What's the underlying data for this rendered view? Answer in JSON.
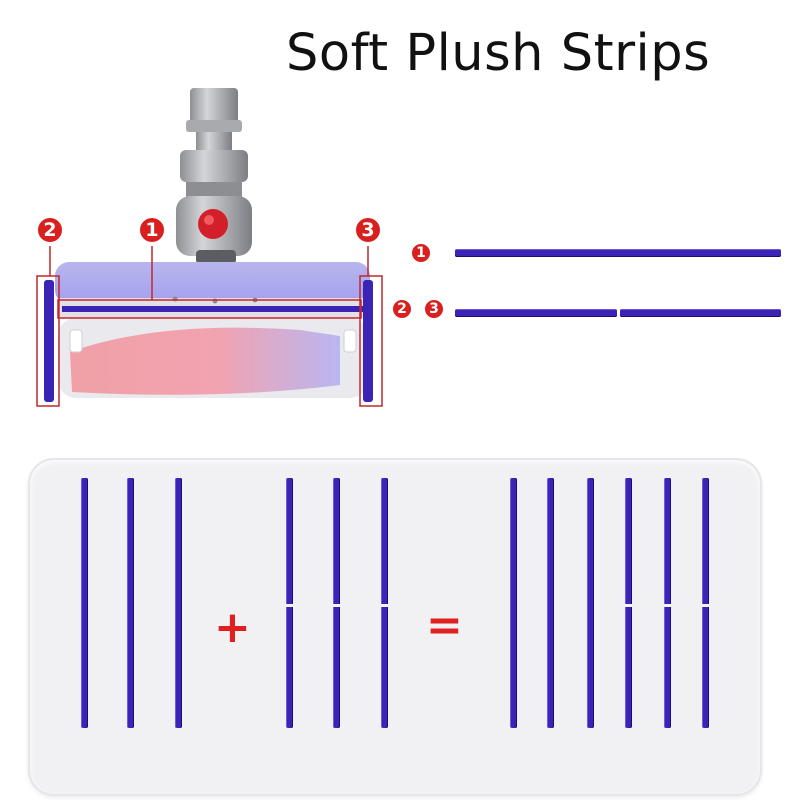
{
  "title": "Soft Plush Strips",
  "callouts": {
    "left_badge": "2",
    "middle_badge": "1",
    "right_badge": "3"
  },
  "strip_labels": {
    "row1": "1",
    "row2_a": "2",
    "row2_b": "3"
  },
  "equation": {
    "plus": "+",
    "equals": "="
  },
  "colors": {
    "strip": "#3a23b5",
    "badge": "#d9201f",
    "operator": "#e01f1f",
    "panel": "#f1f1f3"
  }
}
